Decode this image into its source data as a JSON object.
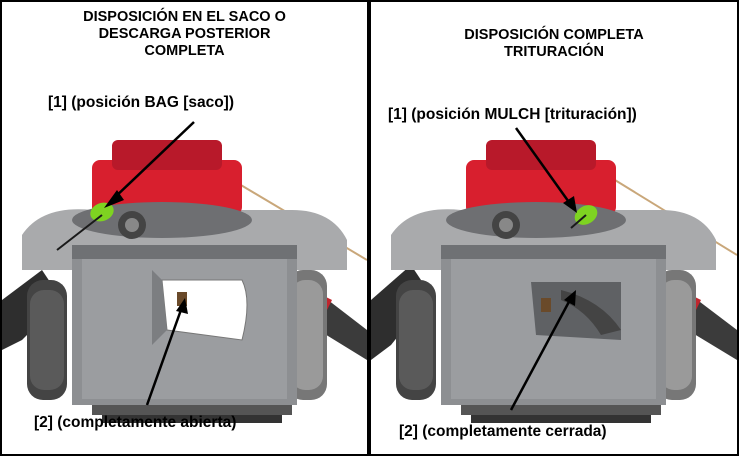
{
  "left": {
    "heading": [
      "DISPOSICIÓN EN EL SACO O",
      "DESCARGA POSTERIOR",
      "COMPLETA"
    ],
    "callout_top": "[1] (posición BAG [saco])",
    "callout_bottom": "[2] (completamente abierta)"
  },
  "right": {
    "heading": [
      "DISPOSICIÓN COMPLETA",
      "TRITURACIÓN"
    ],
    "callout_top": "[1] (posición MULCH [trituración])",
    "callout_bottom": "[2] (completamente cerrada)"
  },
  "colors": {
    "engine_red": "#d81f2e",
    "lever_green": "#7ed321",
    "deck_gray": "#8d8f92",
    "wheel_dark": "#3a3a3a"
  }
}
